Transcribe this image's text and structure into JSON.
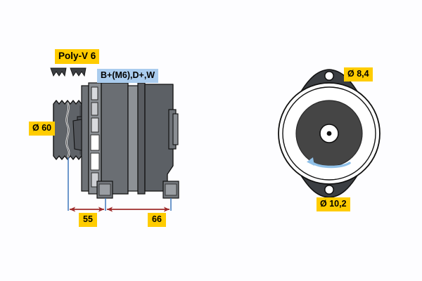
{
  "drawing": {
    "background_color": "#fdfdff",
    "title": "Alternator dimensional drawing"
  },
  "labels": {
    "poly_v": "Poly-V 6",
    "terminals": "B+(M6),D+,W",
    "pulley_diameter": "Ø 60",
    "mount_hole_top": "Ø 8,4",
    "mount_hole_bottom": "Ø 10,2",
    "dim_left": "55",
    "dim_right": "66"
  },
  "colors": {
    "callout_yellow": "#ffcc00",
    "callout_blue": "#aaccee",
    "dimension_red": "#9e2b2b",
    "extension_blue": "#4a7fbf",
    "rotation_arrow_blue": "#8fc0e8",
    "body_gray_dark": "#4c4f54",
    "body_gray_mid": "#5f6368",
    "body_gray_light": "#7d8186",
    "body_gray_pale": "#a9adb2",
    "outline_black": "#1a1a1a",
    "hub_gray": "#454545",
    "ring_white": "#ffffff"
  },
  "views": {
    "side_view": {
      "name": "side-profile-view",
      "components": [
        "pulley",
        "drive-end-housing",
        "stator-body",
        "slip-ring-end-housing",
        "mounting-foot"
      ]
    },
    "front_view": {
      "name": "front-circular-view",
      "components": [
        "mounting-ear-top",
        "mounting-ear-bottom",
        "outer-ring",
        "rotor-disc",
        "center-hub",
        "rotation-arrow"
      ],
      "rotation_direction": "counter-clockwise"
    }
  },
  "dimensions": {
    "segments": [
      {
        "label": "55",
        "from": "pulley-center-line",
        "to": "foot-front-line"
      },
      {
        "label": "66",
        "from": "foot-front-line",
        "to": "foot-rear-line"
      }
    ]
  },
  "icons": {
    "belt_profile_count": 2
  }
}
